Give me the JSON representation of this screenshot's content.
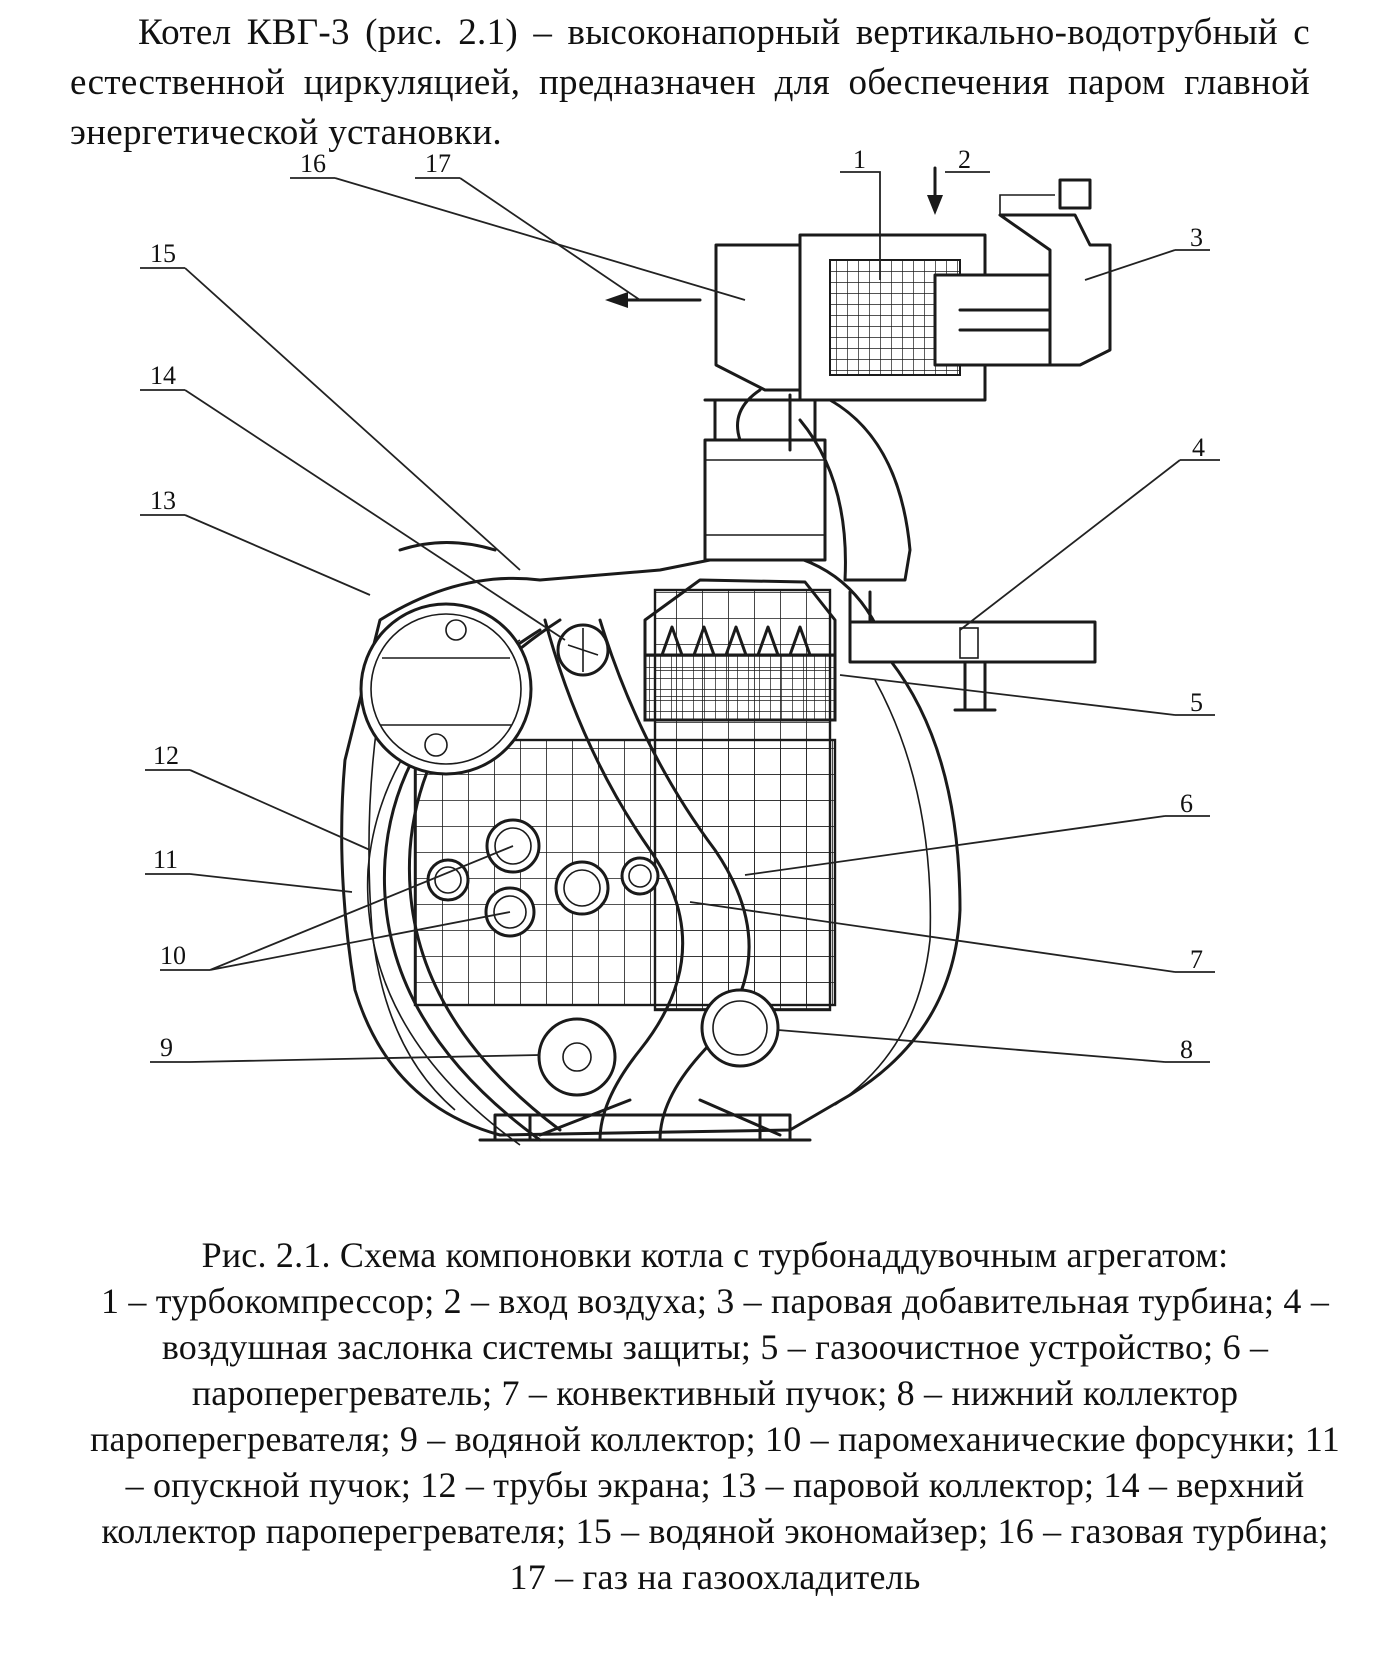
{
  "intro": {
    "text": "Котел КВГ-3 (рис. 2.1) – высоконапорный вертикально-водотрубный с естественной циркуляцией, предназначен для обеспечения паром главной энергетической установки."
  },
  "figure": {
    "callouts": [
      {
        "id": "c1",
        "label": "1"
      },
      {
        "id": "c2",
        "label": "2"
      },
      {
        "id": "c3",
        "label": "3"
      },
      {
        "id": "c4",
        "label": "4"
      },
      {
        "id": "c5",
        "label": "5"
      },
      {
        "id": "c6",
        "label": "6"
      },
      {
        "id": "c7",
        "label": "7"
      },
      {
        "id": "c8",
        "label": "8"
      },
      {
        "id": "c9",
        "label": "9"
      },
      {
        "id": "c10",
        "label": "10"
      },
      {
        "id": "c11",
        "label": "11"
      },
      {
        "id": "c12",
        "label": "12"
      },
      {
        "id": "c13",
        "label": "13"
      },
      {
        "id": "c14",
        "label": "14"
      },
      {
        "id": "c15",
        "label": "15"
      },
      {
        "id": "c16",
        "label": "16"
      },
      {
        "id": "c17",
        "label": "17"
      }
    ],
    "caption_title": "Рис. 2.1. Схема компоновки котла с турбонаддувочным агрегатом:",
    "caption_body": "1 – турбокомпрессор; 2 – вход воздуха; 3 – паровая добавительная турбина; 4 – воздушная заслонка системы защиты; 5 – газоочистное устройство; 6 – пароперегреватель; 7 – конвективный пучок; 8 – нижний коллектор пароперегревателя; 9 – водяной коллектор; 10 – паромеханические форсунки; 11 – опускной пучок; 12 – трубы экрана; 13 – паровой коллектор; 14 – верхний коллектор пароперегревателя; 15 – водяной экономайзер; 16 – газовая турбина; 17 – газ на газоохладитель"
  }
}
